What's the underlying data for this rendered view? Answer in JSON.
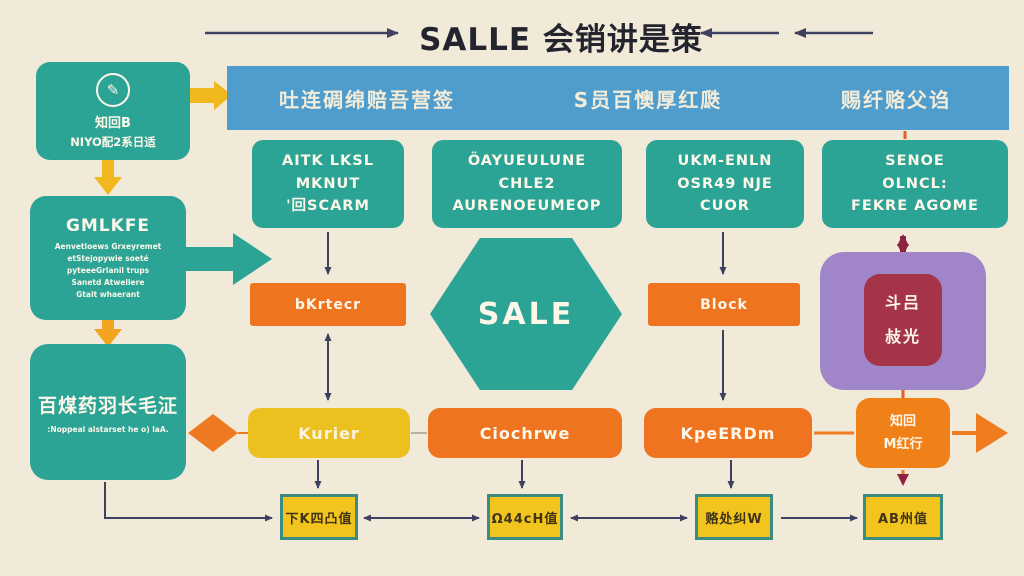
{
  "title": {
    "text": "SALLE 会销讲是策"
  },
  "banner": {
    "left": "吐连碉绵赔吾营签",
    "center": "S员百懊厚红瓞",
    "right": "赐纤赂父诌"
  },
  "left_panel": {
    "info": {
      "icon": "✎",
      "line1": "知回B",
      "line2": "NIYO配2系日适"
    },
    "detail": {
      "heading": "GMLKFE",
      "body": "Aenvetloews Grxeyremet\netStejopywie soeté\npyteeeGrlanil trups\nSanetd Atwellere\nGtait whaerant"
    },
    "note": {
      "heading": "百煤药羽长毛泟",
      "caption": ":Noppeal alstarset he o) laA."
    }
  },
  "flow": {
    "col1": {
      "top": "AITK LKSL\nMKNUT\n'回SCARM",
      "step": "bKrtecr",
      "action": "Kurier",
      "result": "下K四凸值"
    },
    "col2": {
      "top": "ÖAYUEULUNE\nCHLE2\nAURENOEUMEOP",
      "hexagon": "SALE",
      "action": "Ciochrwe",
      "result": "Ω44cH值"
    },
    "col3": {
      "top": "UKM-ENLN\nOSR49 NJE\nCUOR",
      "step": "Block",
      "action": "KpeERDm",
      "result": "赂处纠W"
    },
    "col4": {
      "top": "SENOE\nOLNCL:\nFEKRE AGOME",
      "badge": "斗吕\n敊光",
      "action": "知回\nM红行",
      "result": "AB州值"
    }
  },
  "colors": {
    "background": "#f1ead8",
    "teal": "#2ba495",
    "banner_blue": "#4f9dcc",
    "orange": "#ee7420",
    "yellow": "#ecc01f",
    "purple": "#a086c8",
    "maroon": "#a63449",
    "arrow_navy": "#3e4162"
  }
}
